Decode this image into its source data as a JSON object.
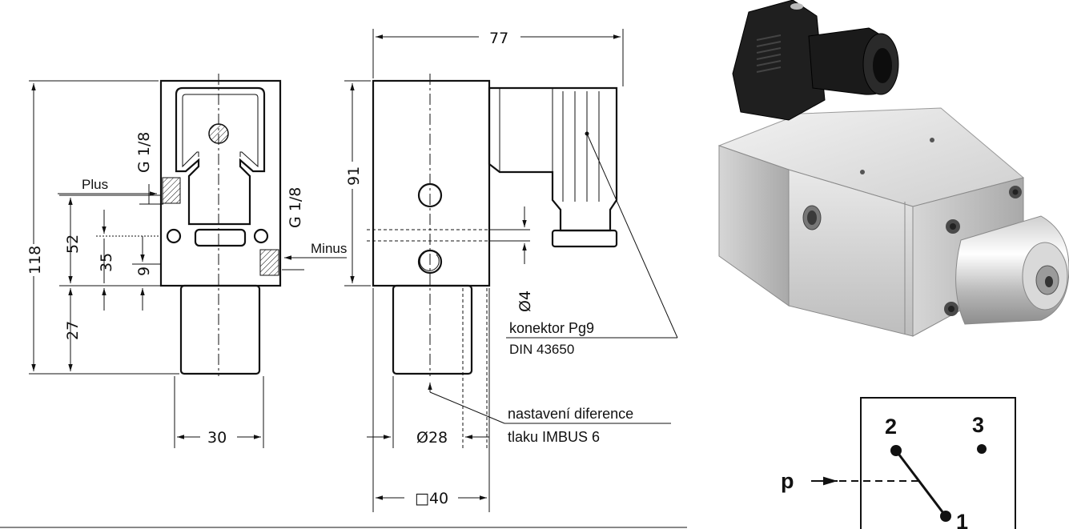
{
  "front_view": {
    "dim_height_total": "118",
    "dim_height_52": "52",
    "dim_height_35": "35",
    "dim_height_9": "9",
    "dim_height_27": "27",
    "dim_width_30": "30",
    "port_upper": "G 1/8",
    "port_right": "G 1/8",
    "terminal_plus": "Plus",
    "terminal_minus": "Minus"
  },
  "side_view": {
    "dim_length_77": "77",
    "dim_height_91": "91",
    "dim_diameter_4": "Ø4",
    "dim_diameter_28": "Ø28",
    "dim_square_40": "□40",
    "connector_line1": "konektor Pg9",
    "connector_line2": "DIN 43650",
    "adjust_line1": "nastavení diference",
    "adjust_line2": "tlaku IMBUS 6"
  },
  "switch_symbol": {
    "contact_2": "2",
    "contact_3": "3",
    "contact_1": "1",
    "pressure_label": "p"
  },
  "colors": {
    "line": "#111111",
    "metal_light": "#e6e6e6",
    "metal_mid": "#b9b9b9",
    "metal_dark": "#8a8a8a",
    "connector_black": "#1a1a1a"
  }
}
